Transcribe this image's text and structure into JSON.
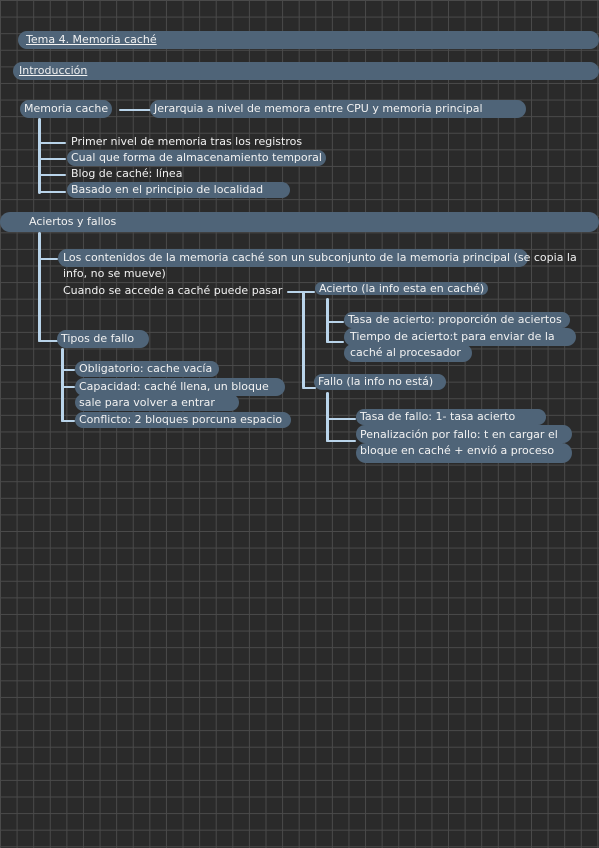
{
  "title": "Tema 4. Memoria caché",
  "intro": {
    "heading": "Introducción",
    "memoria_cache": "Memoria cache",
    "definition": "Jerarquia a nivel de memora entre CPU y memoria principal",
    "items": [
      "Primer nivel de memoria tras los registros",
      "Cual que forma de almacenamiento temporal",
      "Blog de caché: línea",
      "Basado en el principio de localidad"
    ]
  },
  "aciertos": {
    "heading": "Aciertos y fallos",
    "line1": "Los contenidos de la memoria caché son un subconjunto de la memoria principal (se copia la info, no se mueve)",
    "line2": "Cuando se accede a caché puede pasar",
    "acierto": "Acierto (la info esta en caché)",
    "acierto_items": [
      "Tasa de acierto: proporción de aciertos",
      "Tiempo de acierto:t para enviar de la caché al procesador"
    ],
    "fallo": "Fallo (la info no está)",
    "fallo_items": [
      "Tasa de fallo: 1- tasa acierto",
      "Penalización por fallo: t en cargar el bloque en caché + envió a proceso"
    ],
    "tipos": "Tipos de fallo",
    "tipos_items": [
      "Obligatorio: cache vacía",
      "Capacidad: caché llena, un bloque sale para volver a entrar",
      "Conflicto: 2 bloques porcuna espacio"
    ]
  },
  "accent_color": "#4f6478",
  "line_color": "#b9d4ea"
}
